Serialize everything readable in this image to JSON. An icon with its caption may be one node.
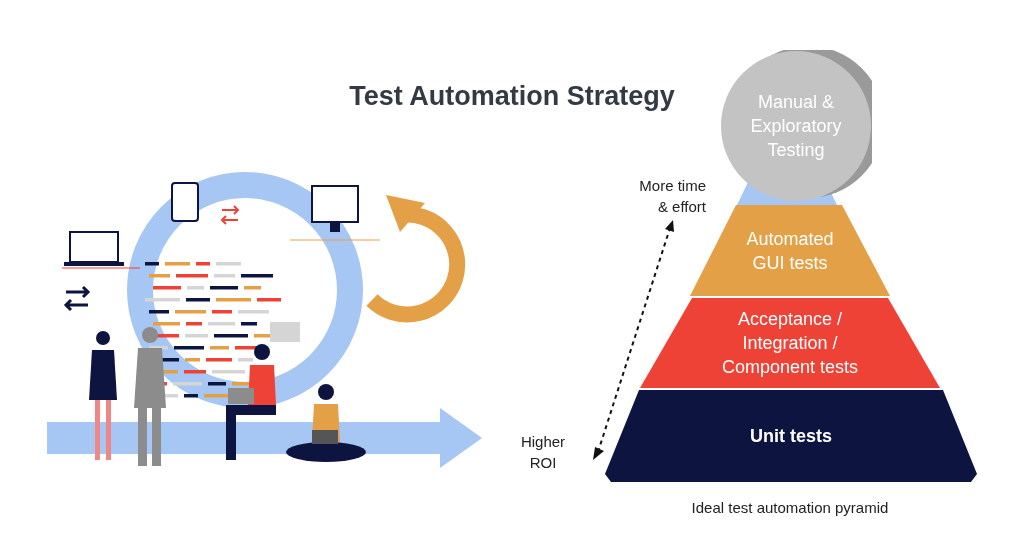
{
  "diagram": {
    "title": "Test Automation Strategy",
    "caption": "Ideal test automation pyramid",
    "nodes": [
      {
        "text": [
          "Manual & Exploratory Testing"
        ]
      },
      {
        "text": [],
        "shape": "trapezoid"
      },
      {
        "text": [
          "Automated GUI tests"
        ]
      },
      {
        "text": [
          "Acceptance / Integration / Component tests"
        ]
      },
      {
        "text": [
          "Unit tests"
        ]
      }
    ],
    "labels": [
      "More time & effort",
      "Higher ROI"
    ]
  }
}
